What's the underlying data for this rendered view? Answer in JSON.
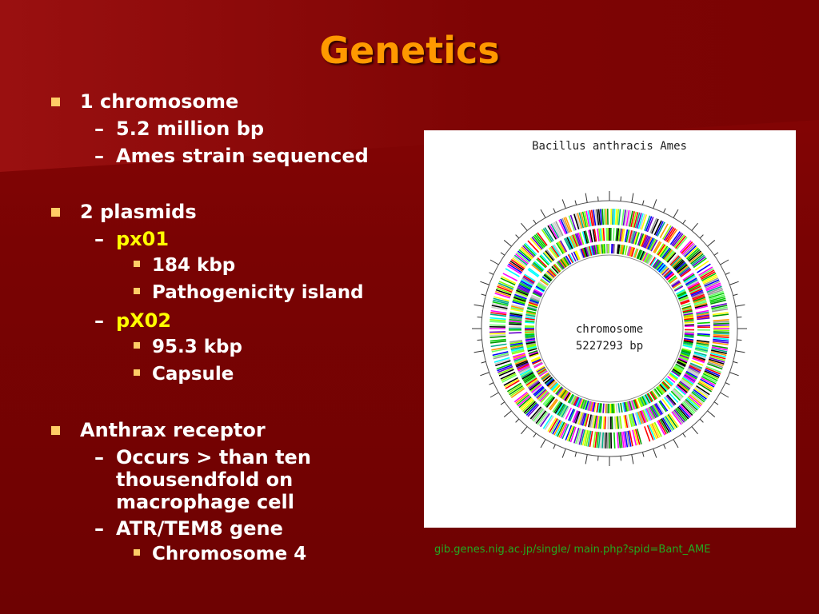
{
  "title": "Genetics",
  "bullets": {
    "b1": "1 chromosome",
    "b1_s1": "5.2 million bp",
    "b1_s2": "Ames strain sequenced",
    "b2": "2 plasmids",
    "b2_s1": "px01",
    "b2_s1_a": "184 kbp",
    "b2_s1_b": "Pathogenicity island",
    "b2_s2": "pX02",
    "b2_s2_a": "95.3 kbp",
    "b2_s2_b": "Capsule",
    "b3": "Anthrax receptor",
    "b3_s1_l1": "Occurs > than ten",
    "b3_s1_l2": "thousendfold on",
    "b3_s1_l3": "macrophage cell",
    "b3_s2": "ATR/TEM8 gene",
    "b3_s2_a": "Chromosome 4"
  },
  "figure": {
    "title": "Bacillus anthracis Ames",
    "center_line1": "chromosome",
    "center_line2": "5227293 bp",
    "caption": "gib.genes.nig.ac.jp/single/ main.php?spid=Bant_AME"
  },
  "colors": {
    "title": "#ff9900",
    "plasmid_label": "#ffff00",
    "bullet": "#ffcc66",
    "caption": "#22aa22"
  }
}
